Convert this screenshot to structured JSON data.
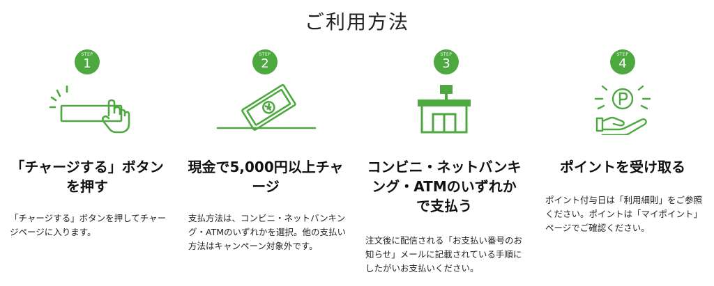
{
  "page_title": "ご利用方法",
  "colors": {
    "accent": "#4da840",
    "text": "#111111"
  },
  "steps": [
    {
      "badge_label": "STEP",
      "number": "1",
      "icon": "press-button-icon",
      "title": "「チャージする」ボタンを押す",
      "description": "「チャージする」ボタンを押してチャージページに入ります。"
    },
    {
      "badge_label": "STEP",
      "number": "2",
      "icon": "cash-payment-icon",
      "title": "現金で5,000円以上チャージ",
      "description": "支払方法は、コンビニ・ネットバンキング・ATMのいずれかを選択。他の支払い方法はキャンペーン対象外です。"
    },
    {
      "badge_label": "STEP",
      "number": "3",
      "icon": "convenience-store-icon",
      "title": "コンビニ・ネットバンキング・ATMのいずれかで支払う",
      "description": "注文後に配信される「お支払い番号のお知らせ」メールに記載されている手順にしたがいお支払いください。"
    },
    {
      "badge_label": "STEP",
      "number": "4",
      "icon": "receive-points-icon",
      "title": "ポイントを受け取る",
      "description": "ポイント付与日は「利用細則」をご参照ください。ポイントは「マイポイント」ページでご確認ください。"
    }
  ]
}
